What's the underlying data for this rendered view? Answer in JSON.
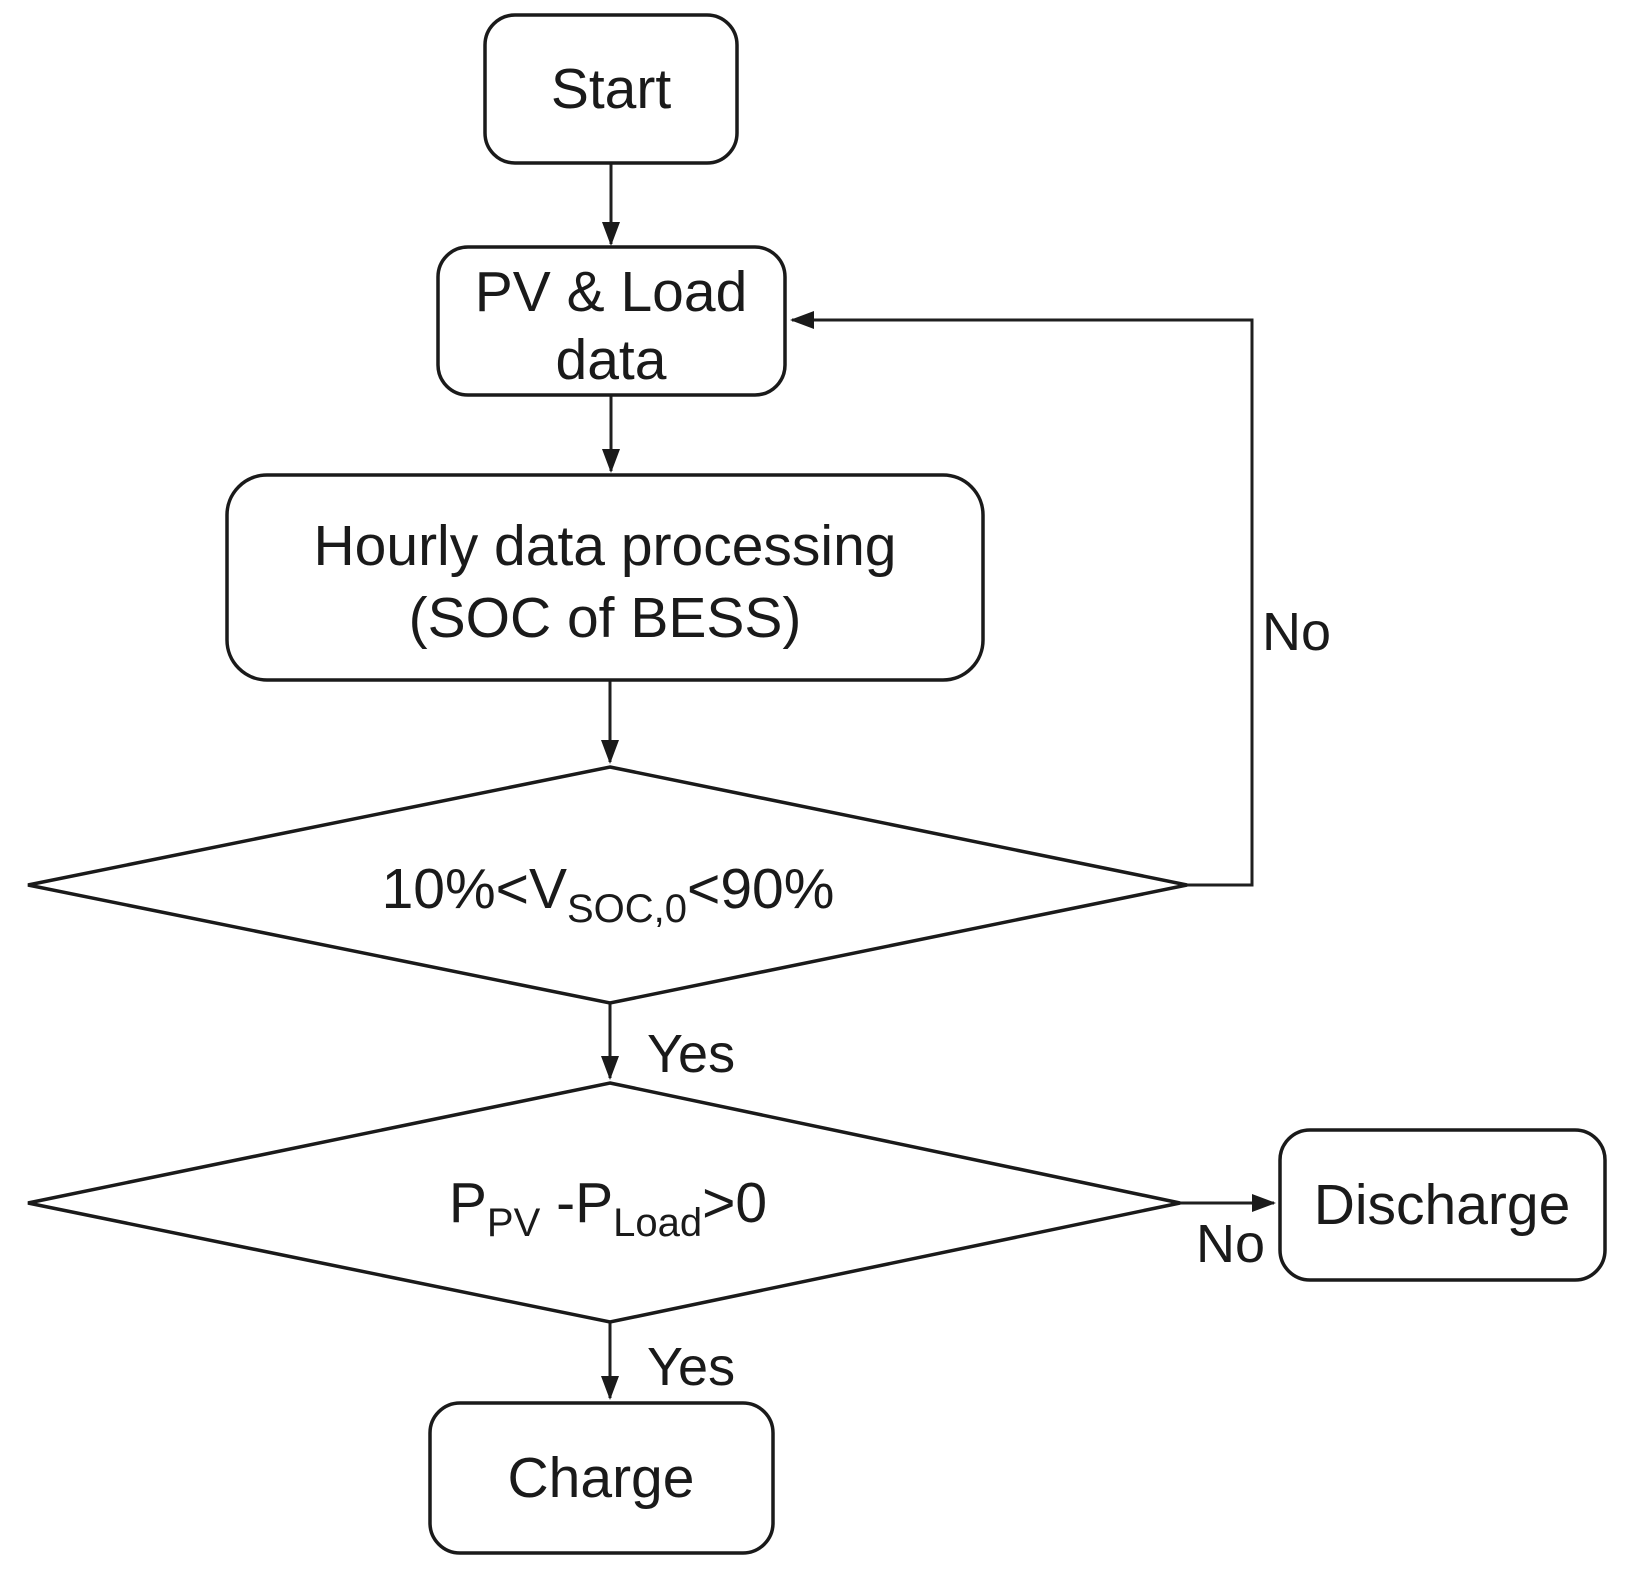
{
  "figure": {
    "type": "flowchart",
    "background_color": "#ffffff",
    "line_color": "#1a1a1a"
  },
  "nodes": {
    "start": {
      "label": "Start"
    },
    "pv_load": {
      "line1": "PV & Load",
      "line2": "data"
    },
    "hourly": {
      "line1": "Hourly data processing",
      "line2": "(SOC of BESS)"
    },
    "soc_decision": {
      "pre": "10%<V",
      "sub": "SOC,0",
      "post": "<90%"
    },
    "power_decision": {
      "p": "P",
      "sub_pv": "PV",
      "minus_p": " -P",
      "sub_load": "Load",
      "post": ">0"
    },
    "discharge": {
      "label": "Discharge"
    },
    "charge": {
      "label": "Charge"
    }
  },
  "edge_labels": {
    "soc_yes": "Yes",
    "soc_no": "No",
    "power_yes": "Yes",
    "power_no": "No"
  }
}
